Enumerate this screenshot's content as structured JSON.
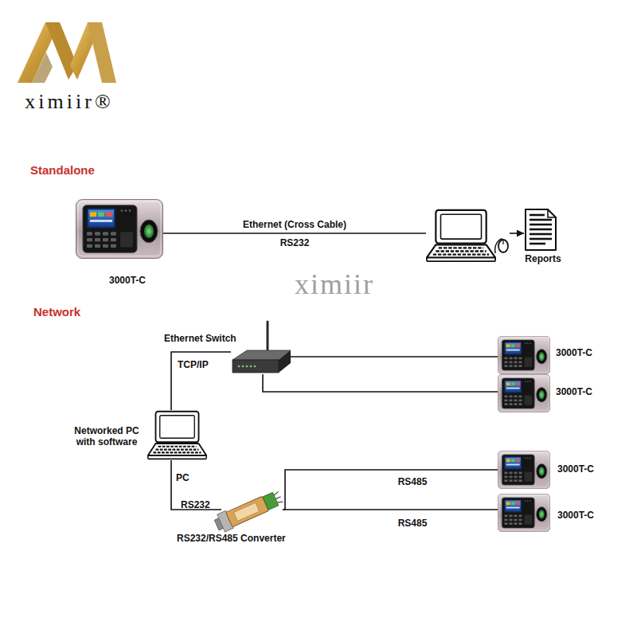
{
  "diagram": {
    "nodes": [
      {
        "text": [
          "3000T-C"
        ]
      },
      {
        "text": []
      },
      {
        "text": [
          "Reports"
        ]
      },
      {
        "text": [
          "Ethernet Switch"
        ]
      },
      {
        "text": [
          "Networked PC with software",
          "PC"
        ]
      },
      {
        "text": [
          "3000T-C"
        ]
      },
      {
        "text": [
          "3000T-C"
        ]
      },
      {
        "text": [
          "RS232/RS485 Converter"
        ]
      },
      {
        "text": [
          "3000T-C"
        ]
      },
      {
        "text": [
          "3000T-C"
        ]
      }
    ],
    "edges": [
      {
        "from": 0,
        "to": 1,
        "arrow": "none",
        "label": "Ethernet (Cross Cable)"
      },
      {
        "from": 1,
        "to": 2,
        "arrow": "to"
      },
      {
        "from": 4,
        "to": 3,
        "arrow": "none",
        "label": "TCP/IP"
      },
      {
        "from": 3,
        "to": 5,
        "arrow": "none"
      },
      {
        "from": 3,
        "to": 6,
        "arrow": "none"
      },
      {
        "from": 4,
        "to": 7,
        "arrow": "none",
        "label": "RS232"
      },
      {
        "from": 7,
        "to": 8,
        "arrow": "none",
        "label": "RS485"
      },
      {
        "from": 7,
        "to": 9,
        "arrow": "none",
        "label": "RS485"
      }
    ],
    "labels": [
      "ximiir®",
      "Standalone",
      "RS232",
      "ximiir",
      "Network"
    ]
  }
}
